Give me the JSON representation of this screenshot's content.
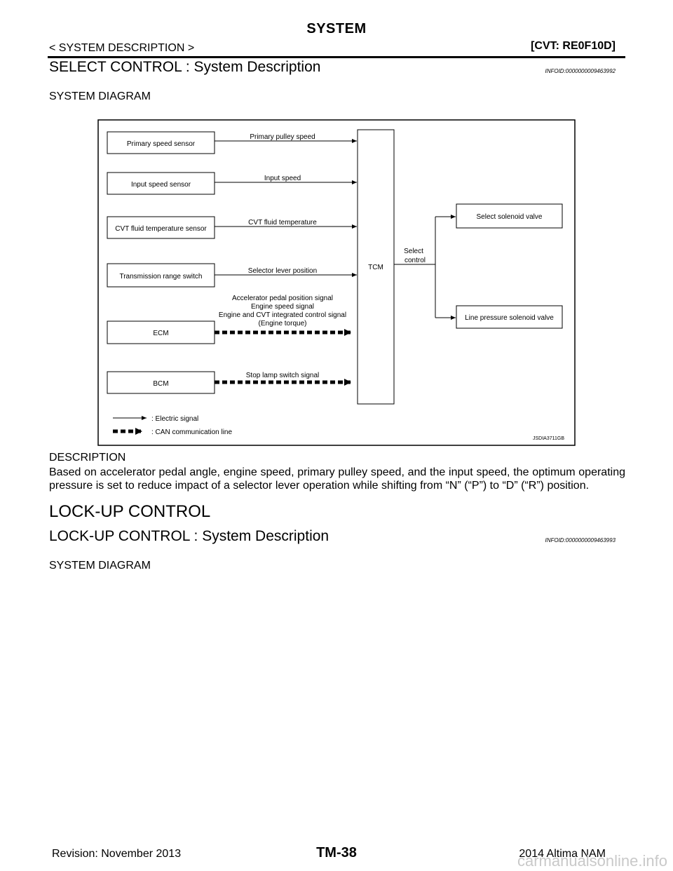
{
  "header": {
    "title": "SYSTEM",
    "section": "< SYSTEM DESCRIPTION >",
    "model_code": "[CVT: RE0F10D]"
  },
  "select_control": {
    "heading": "SELECT CONTROL : System Description",
    "infoid": "INFOID:0000000009463992",
    "system_diagram_label": "SYSTEM DIAGRAM",
    "diagram": {
      "inputs": [
        {
          "label": "Primary speed sensor",
          "signal": "Primary pulley speed"
        },
        {
          "label": "Input speed sensor",
          "signal": "Input speed"
        },
        {
          "label": "CVT fluid temperature sensor",
          "signal": "CVT fluid temperature"
        },
        {
          "label": "Transmission range switch",
          "signal": "Selector lever position"
        },
        {
          "label": "ECM",
          "signal_lines": [
            "Accelerator pedal position signal",
            "Engine speed signal",
            "Engine and CVT integrated control signal",
            "(Engine torque)"
          ]
        },
        {
          "label": "BCM",
          "signal": "Stop lamp switch signal"
        }
      ],
      "tcm_label": "TCM",
      "control_lines": [
        "Select",
        "control"
      ],
      "outputs": [
        "Select solenoid valve",
        "Line pressure solenoid valve"
      ],
      "legend": {
        "electric": ": Electric signal",
        "can": ": CAN communication line"
      },
      "figure_id": "JSDIA3711GB"
    },
    "description_label": "DESCRIPTION",
    "description_text": "Based on accelerator pedal angle, engine speed, primary pulley speed, and the input speed, the optimum operating pressure is set to reduce impact of a selector lever operation while shifting from “N” (“P”) to “D” (“R”) position."
  },
  "lockup_control": {
    "heading": "LOCK-UP CONTROL",
    "subheading": "LOCK-UP CONTROL : System Description",
    "infoid": "INFOID:0000000009463993",
    "system_diagram_label": "SYSTEM DIAGRAM"
  },
  "footer": {
    "revision": "Revision: November 2013",
    "page": "TM-38",
    "model": "2014 Altima NAM",
    "watermark": "carmanualsonline.info"
  }
}
